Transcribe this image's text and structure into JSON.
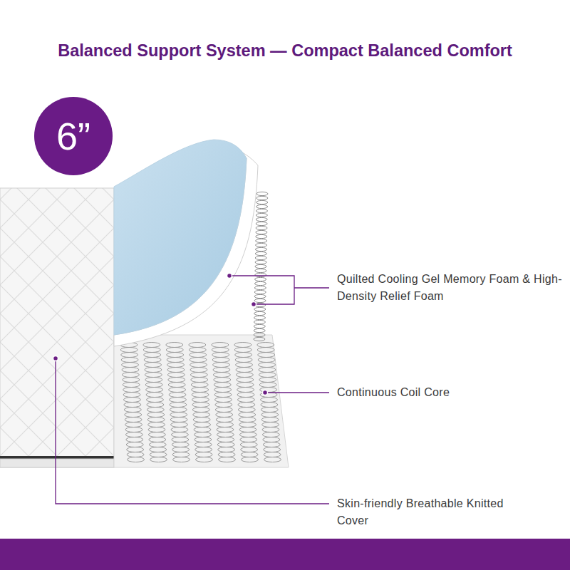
{
  "diagram": {
    "title": "Balanced Support System — Compact Balanced Comfort",
    "nodes": [
      {
        "text": [
          "6”"
        ]
      }
    ],
    "labels": [
      "Quilted Cooling Gel Memory Foam & High-Density Relief Foam",
      "Continuous Coil Core",
      "Skin-friendly Breathable Knitted Cover"
    ]
  }
}
